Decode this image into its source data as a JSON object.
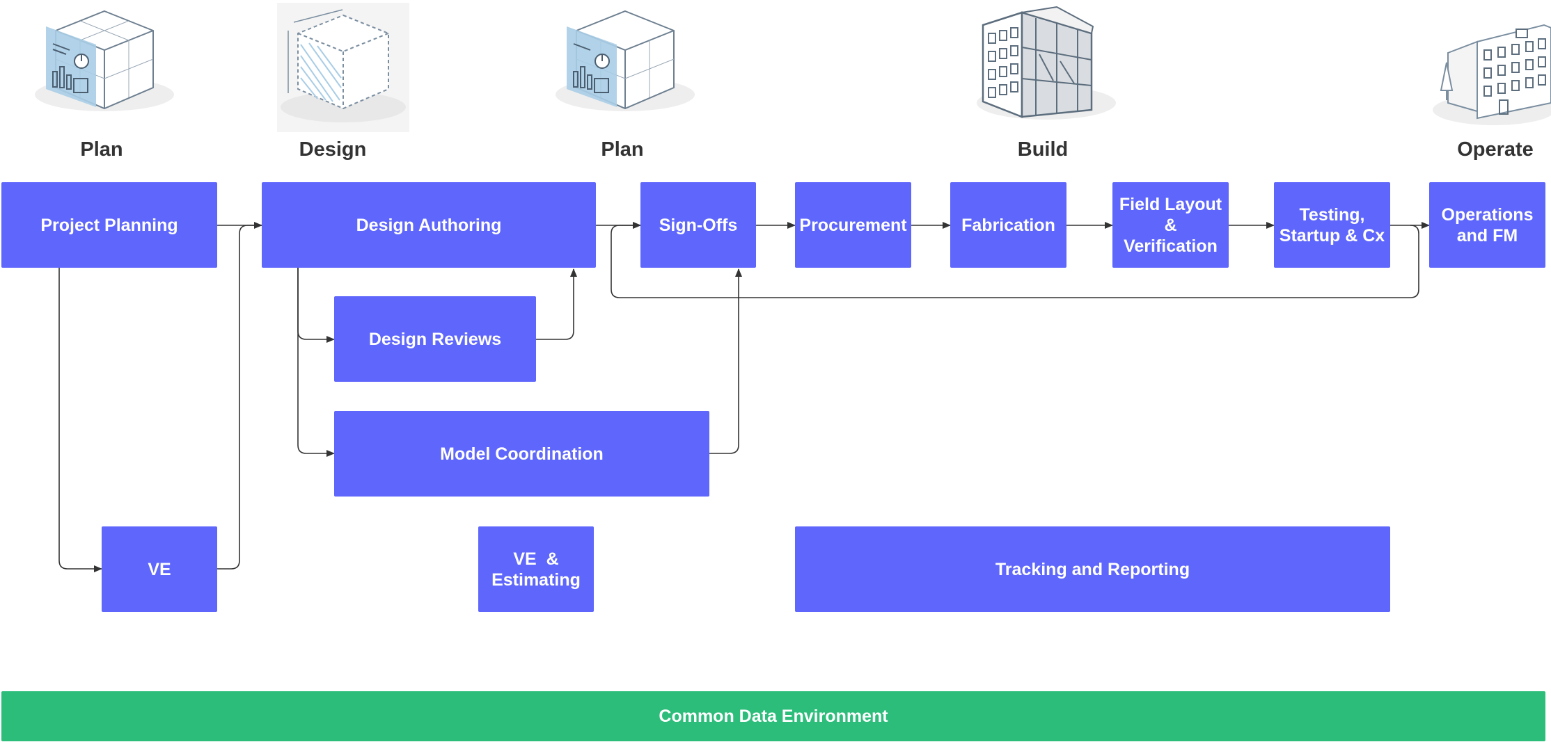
{
  "phases": [
    {
      "label": "Plan",
      "icon": "planning-cube-icon"
    },
    {
      "label": "Design",
      "icon": "wireframe-cube-icon"
    },
    {
      "label": "Plan",
      "icon": "planning-cube-icon"
    },
    {
      "label": "Build",
      "icon": "building-frame-icon"
    },
    {
      "label": "Operate",
      "icon": "finished-building-icon"
    }
  ],
  "boxes": {
    "project_planning": "Project Planning",
    "design_authoring": "Design Authoring",
    "sign_offs": "Sign-Offs",
    "procurement": "Procurement",
    "fabrication": "Fabrication",
    "field_layout": [
      "Field Layout",
      "& Verification"
    ],
    "testing": [
      "Testing,",
      "Startup & Cx"
    ],
    "operations": [
      "Operations",
      "and FM"
    ],
    "design_reviews": "Design Reviews",
    "model_coordination": "Model Coordination",
    "ve": "VE",
    "ve_estimating": [
      "VE  &",
      "Estimating"
    ],
    "tracking": "Tracking and Reporting"
  },
  "footer": {
    "cde": "Common Data Environment"
  },
  "colors": {
    "box": "#5e66fc",
    "cde": "#2dbd7b",
    "connector": "#333333",
    "label": "#333333"
  }
}
